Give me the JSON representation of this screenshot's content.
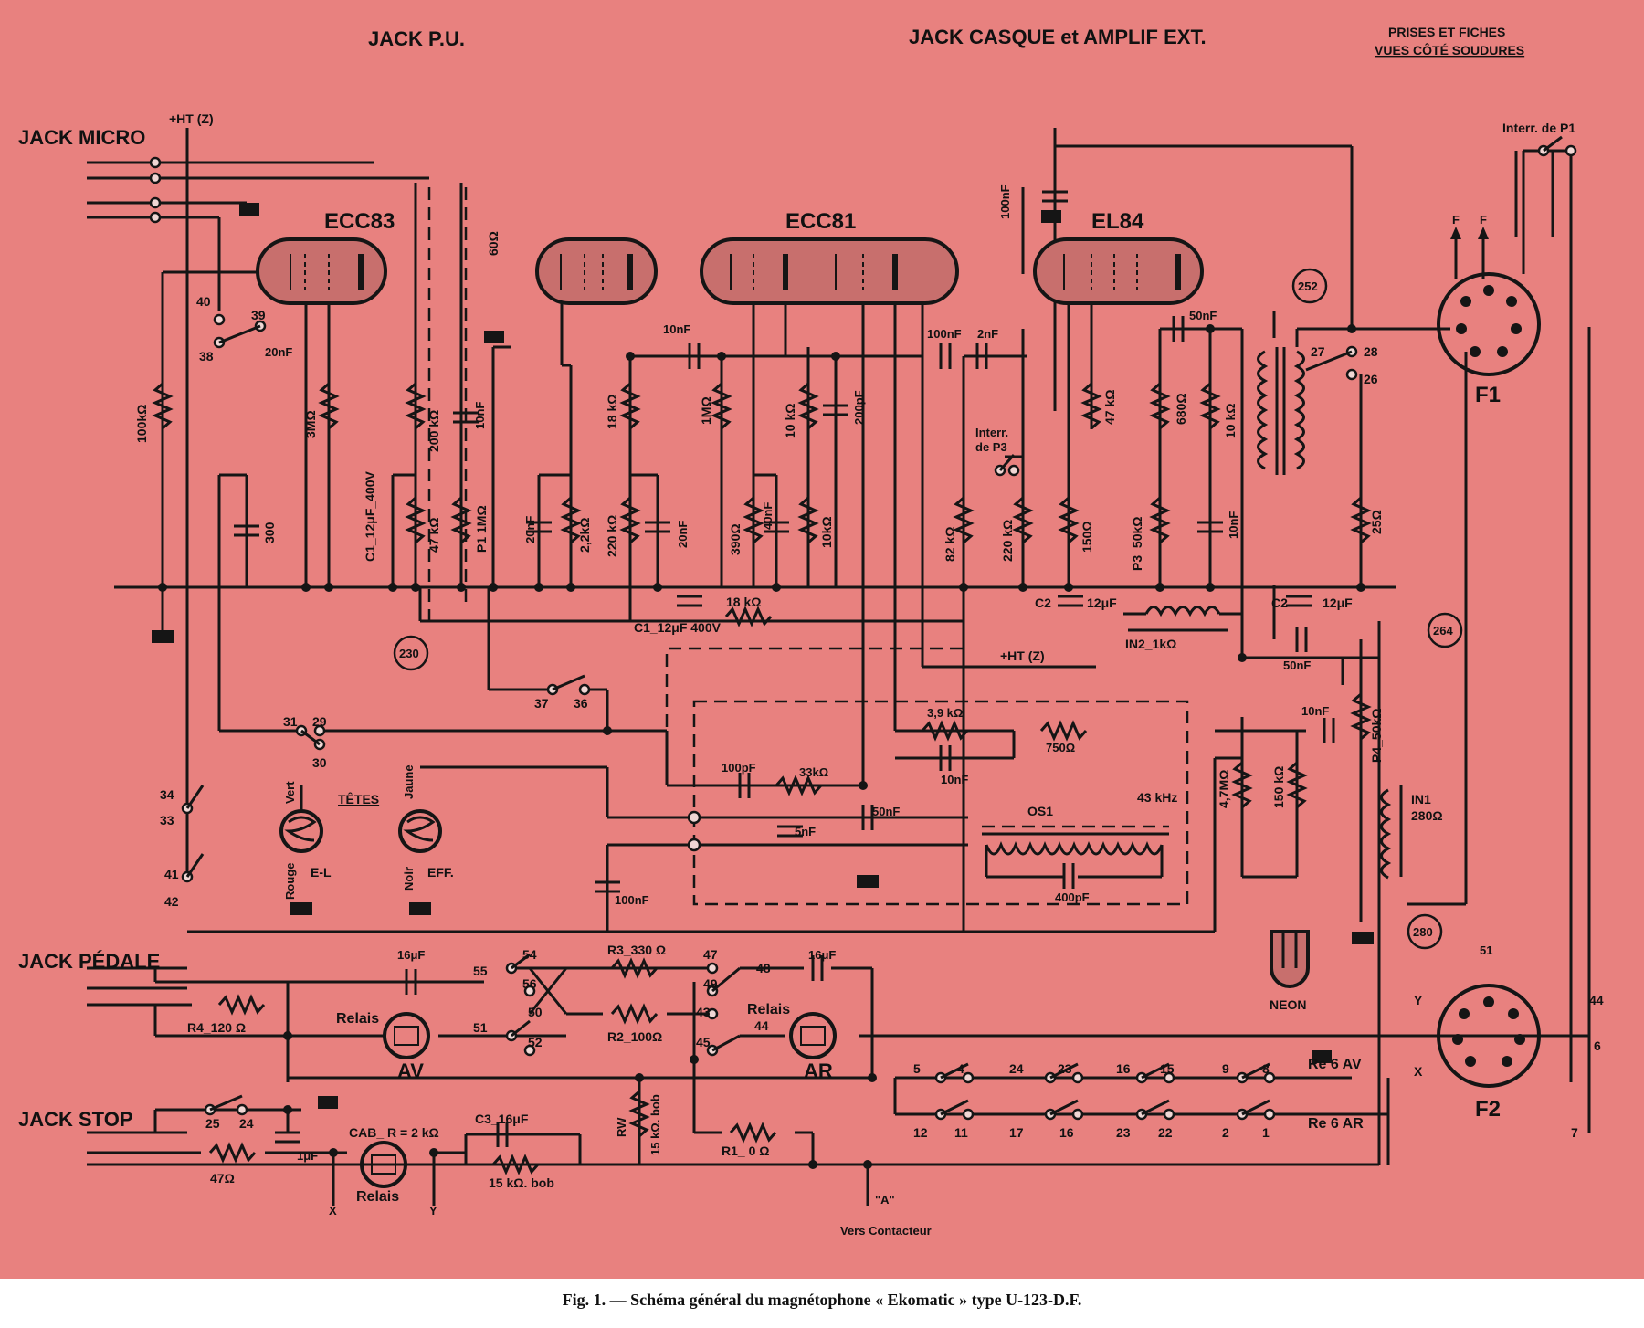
{
  "labels": {
    "jack_pu": "JACK P.U.",
    "jack_casque": "JACK CASQUE et AMPLIF EXT.",
    "prises_1": "PRISES ET FICHES",
    "prises_2": "VUES CÔTÉ SOUDURES",
    "jack_micro": "JACK MICRO",
    "ht_top": "+HT (Z)",
    "interr_p1": "Interr. de P1",
    "ecc83": "ECC83",
    "ecc81": "ECC81",
    "el84": "EL84",
    "r_60": "60Ω",
    "c_100nf_top": "100nF",
    "f_left": "F",
    "f_right": "F",
    "f1": "F1",
    "n40": "40",
    "n39": "39",
    "n38": "38",
    "c_20nf": "20nF",
    "r_100k": "100kΩ",
    "r_3m": "3MΩ",
    "r_200k": "200 kΩ",
    "c_10nf_a": "10nF",
    "c_10nf_b": "10nF",
    "r_1m_a": "1MΩ",
    "r_18k": "18 kΩ",
    "r_10k_a": "10 kΩ",
    "c_200pf": "200pF",
    "c_100nf_b": "100nF",
    "c_2nf": "2nF",
    "interr_p3_1": "Interr.",
    "interr_p3_2": "de P3",
    "r_47k_b": "47 kΩ",
    "c_50nf_a": "50nF",
    "r_680": "680Ω",
    "r_10k_b": "10 kΩ",
    "n252": "252",
    "n27": "27",
    "n28": "28",
    "n26": "26",
    "c_300": "300",
    "c1_12": "C1_12μF_400V",
    "r_47k": "47 kΩ",
    "p1_1m": "P1 1MΩ",
    "c_20nf_b": "20nF",
    "r_2_2k": "2,2kΩ",
    "r_220k_a": "220 kΩ",
    "c_20nf_c": "20nF",
    "r_390": "390Ω",
    "c_40nf": "40nF",
    "r_10k_c": "10kΩ",
    "r_82k": "82 kΩ",
    "r_220k_b": "220 kΩ",
    "r_150": "150Ω",
    "p3_50k": "P3_50kΩ",
    "c_10nf_c": "10nF",
    "r_25": "25Ω",
    "c1_12_b": "C1_12μF 400V",
    "r_18k_b": "18 kΩ",
    "c2_a": "C2",
    "c2_a_val": "12μF",
    "c2_b": "C2",
    "c2_b_val": "12μF",
    "in2": "IN2_1kΩ",
    "ht_mid": "+HT (Z)",
    "c_50nf_b": "50nF",
    "n264": "264",
    "n230": "230",
    "n37": "37",
    "n36": "36",
    "r_3_9k": "3,9 kΩ",
    "r_750": "750Ω",
    "c_10nf_d": "10nF",
    "c_10nf_e": "10nF",
    "p4_50k": "P4_50kΩ",
    "n31": "31",
    "n29": "29",
    "n30": "30",
    "c_100pf": "100pF",
    "r_33k": "33kΩ",
    "r_4_7m": "4,7MΩ",
    "r_150k": "150 kΩ",
    "in1": "IN1",
    "in1_val": "280Ω",
    "n34": "34",
    "n33": "33",
    "tetes": "TÊTES",
    "vert": "Vert",
    "jaune": "Jaune",
    "c_50nf_c": "50nF",
    "os1": "OS1",
    "f_43k": "43 kHz",
    "c_5nf": "5nF",
    "rouge": "Rouge",
    "el": "E-L",
    "noir": "Noir",
    "eff": "EFF.",
    "n41": "41",
    "n42": "42",
    "c_100nf_c": "100nF",
    "c_400pf": "400pF",
    "n280": "280",
    "neon": "NEON",
    "jack_pedale": "JACK PÉDALE",
    "c_16uf_a": "16μF",
    "n55": "55",
    "n54": "54",
    "n56": "56",
    "r3": "R3_330 Ω",
    "n47": "47",
    "n48": "48",
    "c_16uf_b": "16μF",
    "n49": "49",
    "n51_top": "51",
    "relais_av": "Relais",
    "av": "AV",
    "n51": "51",
    "n50": "50",
    "n52": "52",
    "r4": "R4_120 Ω",
    "r2": "R2_100Ω",
    "n43": "43",
    "n44": "44",
    "n45": "45",
    "relais_ar": "Relais",
    "ar": "AR",
    "y_right": "Y",
    "x_right": "X",
    "n44_r": "44",
    "n6": "6",
    "f2": "F2",
    "n7": "7",
    "s5": "5",
    "s4": "4",
    "s24": "24",
    "s23": "23",
    "s16": "16",
    "s15": "15",
    "s9": "9",
    "s8": "8",
    "re6av": "Re 6 AV",
    "s12": "12",
    "s11": "11",
    "s17": "17",
    "s16b": "16",
    "s23b": "23",
    "s22": "22",
    "s2": "2",
    "s1": "1",
    "re6ar": "Re 6 AR",
    "jack_stop": "JACK STOP",
    "n25": "25",
    "n24": "24",
    "cab": "CAB_ R = 2 kΩ",
    "c3": "C3_16μF",
    "rw_1": "RW",
    "rw_2": "15 kΩ. bob",
    "c_1uf": "1μF",
    "r_47": "47Ω",
    "relais_cab": "Relais",
    "r_15k_bob": "15 kΩ. bob",
    "r1": "R1_ 0 Ω",
    "x_b": "X",
    "y_b": "Y",
    "a_label": "\"A\"",
    "vers": "Vers Contacteur"
  },
  "caption": "Fig. 1. — Schéma général du magnétophone « Ekomatic » type U-123-D.F.",
  "colors": {
    "paper": "#e8817f",
    "ink": "#151515",
    "tube": "#c86f6d"
  }
}
